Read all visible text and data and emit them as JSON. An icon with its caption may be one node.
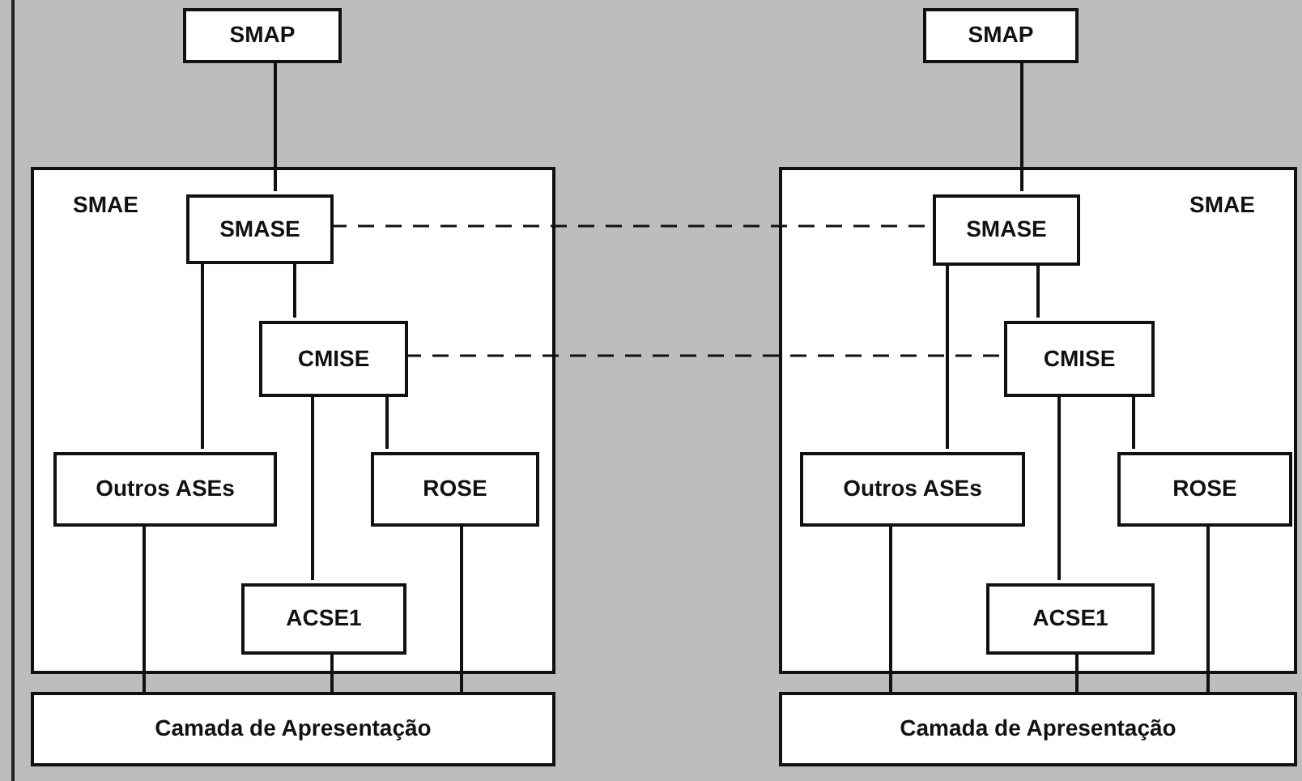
{
  "diagram": {
    "nodes": [
      {
        "text": [
          "SMAP"
        ]
      },
      {
        "text": [
          "SMAE"
        ]
      },
      {
        "text": [
          "SMASE"
        ],
        "in": 1
      },
      {
        "text": [
          "CMISE"
        ],
        "in": 1
      },
      {
        "text": [
          "Outros ASEs"
        ],
        "in": 1
      },
      {
        "text": [
          "ROSE"
        ],
        "in": 1
      },
      {
        "text": [
          "ACSE1"
        ],
        "in": 1
      },
      {
        "text": [
          "Camada de Apresentação"
        ]
      },
      {
        "text": [
          "SMAP"
        ]
      },
      {
        "text": [
          "SMAE"
        ]
      },
      {
        "text": [
          "SMASE"
        ],
        "in": 9
      },
      {
        "text": [
          "CMISE"
        ],
        "in": 9
      },
      {
        "text": [
          "Outros ASEs"
        ],
        "in": 9
      },
      {
        "text": [
          "ROSE"
        ],
        "in": 9
      },
      {
        "text": [
          "ACSE1"
        ],
        "in": 9
      },
      {
        "text": [
          "Camada de Apresentação"
        ]
      }
    ],
    "edges": [
      {
        "from": 0,
        "to": 2,
        "arrow": "none"
      },
      {
        "from": 2,
        "to": 4,
        "arrow": "none"
      },
      {
        "from": 2,
        "to": 3,
        "arrow": "none"
      },
      {
        "from": 3,
        "to": 6,
        "arrow": "none"
      },
      {
        "from": 3,
        "to": 5,
        "arrow": "none"
      },
      {
        "from": 4,
        "to": 7,
        "arrow": "none"
      },
      {
        "from": 6,
        "to": 7,
        "arrow": "none"
      },
      {
        "from": 5,
        "to": 7,
        "arrow": "none"
      },
      {
        "from": 8,
        "to": 10,
        "arrow": "none"
      },
      {
        "from": 10,
        "to": 12,
        "arrow": "none"
      },
      {
        "from": 10,
        "to": 11,
        "arrow": "none"
      },
      {
        "from": 11,
        "to": 14,
        "arrow": "none"
      },
      {
        "from": 11,
        "to": 13,
        "arrow": "none"
      },
      {
        "from": 12,
        "to": 15,
        "arrow": "none"
      },
      {
        "from": 14,
        "to": 15,
        "arrow": "none"
      },
      {
        "from": 13,
        "to": 15,
        "arrow": "none"
      },
      {
        "from": 2,
        "to": 10,
        "arrow": "none",
        "style": "dashed"
      },
      {
        "from": 3,
        "to": 11,
        "arrow": "none",
        "style": "dashed"
      }
    ]
  }
}
